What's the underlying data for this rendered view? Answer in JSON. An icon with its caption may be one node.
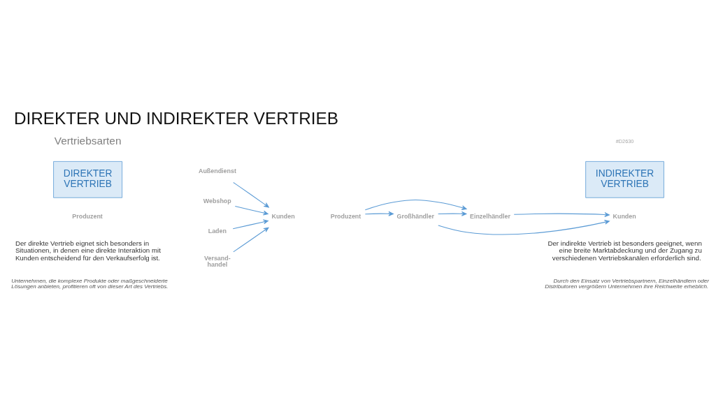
{
  "diagram": {
    "title": "DIREKTER UND INDIREKTER VERTRIEB",
    "nodes": [
      {
        "text": [
          "DIREKTER VERTRIEB"
        ]
      },
      {
        "text": [
          "Produzent"
        ]
      },
      {
        "text": [
          "Außendienst"
        ]
      },
      {
        "text": [
          "Webshop"
        ]
      },
      {
        "text": [
          "Laden"
        ]
      },
      {
        "text": [
          "Versand- handel"
        ]
      },
      {
        "text": [
          "Kunden"
        ]
      },
      {
        "text": [
          "INDIREKTER VERTRIEB"
        ]
      },
      {
        "text": [
          "Produzent"
        ]
      },
      {
        "text": [
          "Großhändler"
        ]
      },
      {
        "text": [
          "Einzelhändler"
        ]
      },
      {
        "text": [
          "Kunden"
        ]
      }
    ],
    "edges": [
      {
        "from": 2,
        "to": 6,
        "arrow": "to"
      },
      {
        "from": 3,
        "to": 6,
        "arrow": "to"
      },
      {
        "from": 4,
        "to": 6,
        "arrow": "to"
      },
      {
        "from": 5,
        "to": 6,
        "arrow": "to"
      },
      {
        "from": 8,
        "to": 10,
        "arrow": "to"
      },
      {
        "from": 8,
        "to": 9,
        "arrow": "to"
      },
      {
        "from": 9,
        "to": 10,
        "arrow": "to"
      },
      {
        "from": 10,
        "to": 11,
        "arrow": "to"
      },
      {
        "from": 9,
        "to": 11,
        "arrow": "to"
      }
    ],
    "labels": [
      "#D2630",
      "Vertriebsarten",
      "Der direkte Vertrieb eignet sich besonders in Situationen, in denen eine direkte Interaktion mit Kunden entscheidend für den Verkaufserfolg ist.",
      "Unternehmen, die komplexe Produkte oder maßgeschneiderte Lösungen anbieten, profitieren oft von dieser Art des Vertriebs.",
      "Der indirekte Vertrieb ist besonders geeignet, wenn eine breite Marktabdeckung und der Zugang zu verschiedenen Vertriebskanälen erforderlich sind.",
      "Durch den Einsatz von Vertriebspartnern, Einzelhändlern oder Distributoren vergrößern Unternehmen ihre Reichweite erheblich."
    ]
  }
}
